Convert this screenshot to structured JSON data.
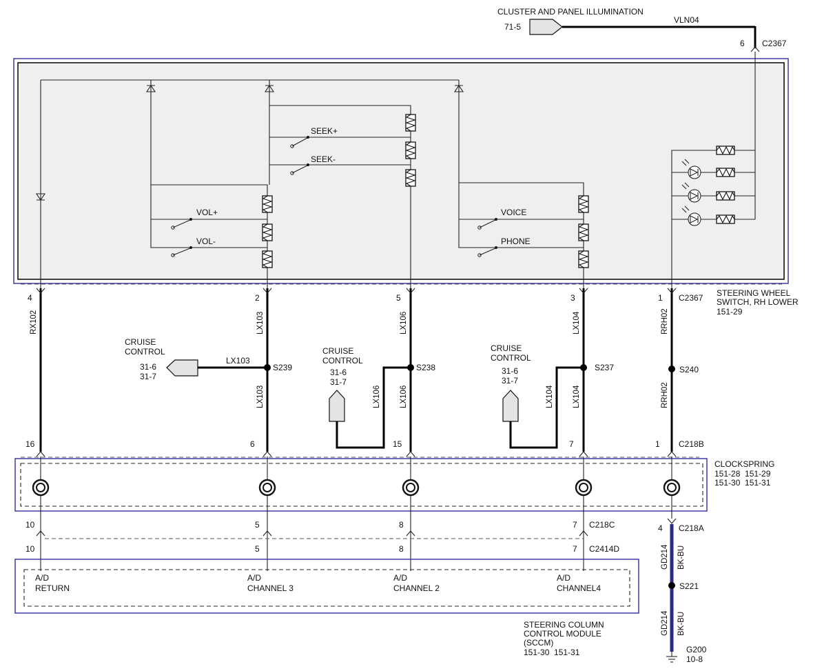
{
  "top": {
    "title": "CLUSTER AND PANEL ILLUMINATION",
    "ref": "71-5",
    "wire": "VLN04",
    "pin": "6",
    "connector": "C2367"
  },
  "switch_module": {
    "name_line1": "STEERING WHEEL",
    "name_line2": "SWITCH, RH LOWER",
    "ref": "151-29",
    "connector": "C2367",
    "switches": [
      "SEEK+",
      "SEEK-",
      "VOL+",
      "VOL-",
      "VOICE",
      "PHONE"
    ]
  },
  "circuits": [
    {
      "top_pin": "4",
      "wire": "RX102",
      "bottom_pin": "16",
      "spring_pin": "10",
      "module_pin": "10"
    },
    {
      "top_pin": "2",
      "wire": "LX103",
      "splice": "S239",
      "bottom_pin": "6",
      "spring_pin": "5",
      "module_pin": "5"
    },
    {
      "top_pin": "5",
      "wire": "LX106",
      "splice": "S238",
      "bottom_pin": "15",
      "spring_pin": "8",
      "module_pin": "8"
    },
    {
      "top_pin": "3",
      "wire": "LX104",
      "splice": "S237",
      "bottom_pin": "7",
      "spring_pin": "7",
      "module_pin": "7"
    },
    {
      "top_pin": "1",
      "wire": "RRH02",
      "splice": "S240",
      "bottom_pin": "1"
    }
  ],
  "cruise": {
    "label_line1": "CRUISE",
    "label_line2": "CONTROL",
    "ref1": "31-6",
    "ref2": "31-7"
  },
  "clockspring": {
    "name": "CLOCKSPRING",
    "refs_row1": "151-28  151-29",
    "refs_row2": "151-30  151-31",
    "connector_top": "C218B",
    "connector_bottom": "C218C"
  },
  "ground": {
    "connector": "C218A",
    "pin": "4",
    "wire": "GD214",
    "color": "BK-BU",
    "splice": "S221",
    "ground_id": "G200",
    "ref": "10-8"
  },
  "sccm": {
    "connector": "C2414D",
    "name_line1": "STEERING COLUMN",
    "name_line2": "CONTROL MODULE",
    "name_line3": "(SCCM)",
    "refs": "151-30  151-31",
    "labels": [
      {
        "line1": "A/D",
        "line2": "RETURN"
      },
      {
        "line1": "A/D",
        "line2": "CHANNEL 3"
      },
      {
        "line1": "A/D",
        "line2": "CHANNEL 2"
      },
      {
        "line1": "A/D",
        "line2": "CHANNEL4"
      }
    ]
  },
  "colors": {
    "wire": "#000000",
    "ground_wire": "#2a2a8c",
    "box_outline": "#2e2e9e",
    "module_fill": "#efefef"
  }
}
